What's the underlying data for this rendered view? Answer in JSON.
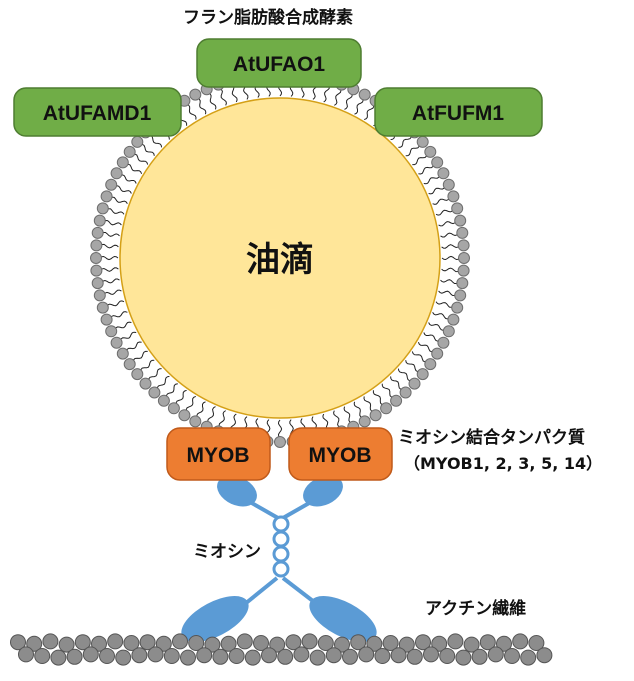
{
  "title": "フラン脂肪酸合成酵素",
  "enzymes": [
    {
      "id": "ufao",
      "label": "AtUFAO1"
    },
    {
      "id": "ufamd",
      "label": "AtUFAMD1"
    },
    {
      "id": "fufm",
      "label": "AtFUFM1"
    }
  ],
  "droplet": {
    "label": "油滴"
  },
  "myob": {
    "box_label": "MYOB",
    "caption": "ミオシン結合タンパク質",
    "members": "（MYOB1, 2, 3, 5, 14）"
  },
  "myosin": {
    "label": "ミオシン"
  },
  "actin": {
    "label": "アクチン繊維"
  },
  "colors": {
    "enzyme_fill": "#70ad47",
    "enzyme_stroke": "#4e7d31",
    "myob_fill": "#ed7d31",
    "myob_stroke": "#c05a1a",
    "droplet_fill": "#ffe699",
    "droplet_stroke": "#d4a017",
    "myosin_fill": "#5b9bd5",
    "bead_fill": "#8c8c8c",
    "bead_stroke": "#555555"
  }
}
